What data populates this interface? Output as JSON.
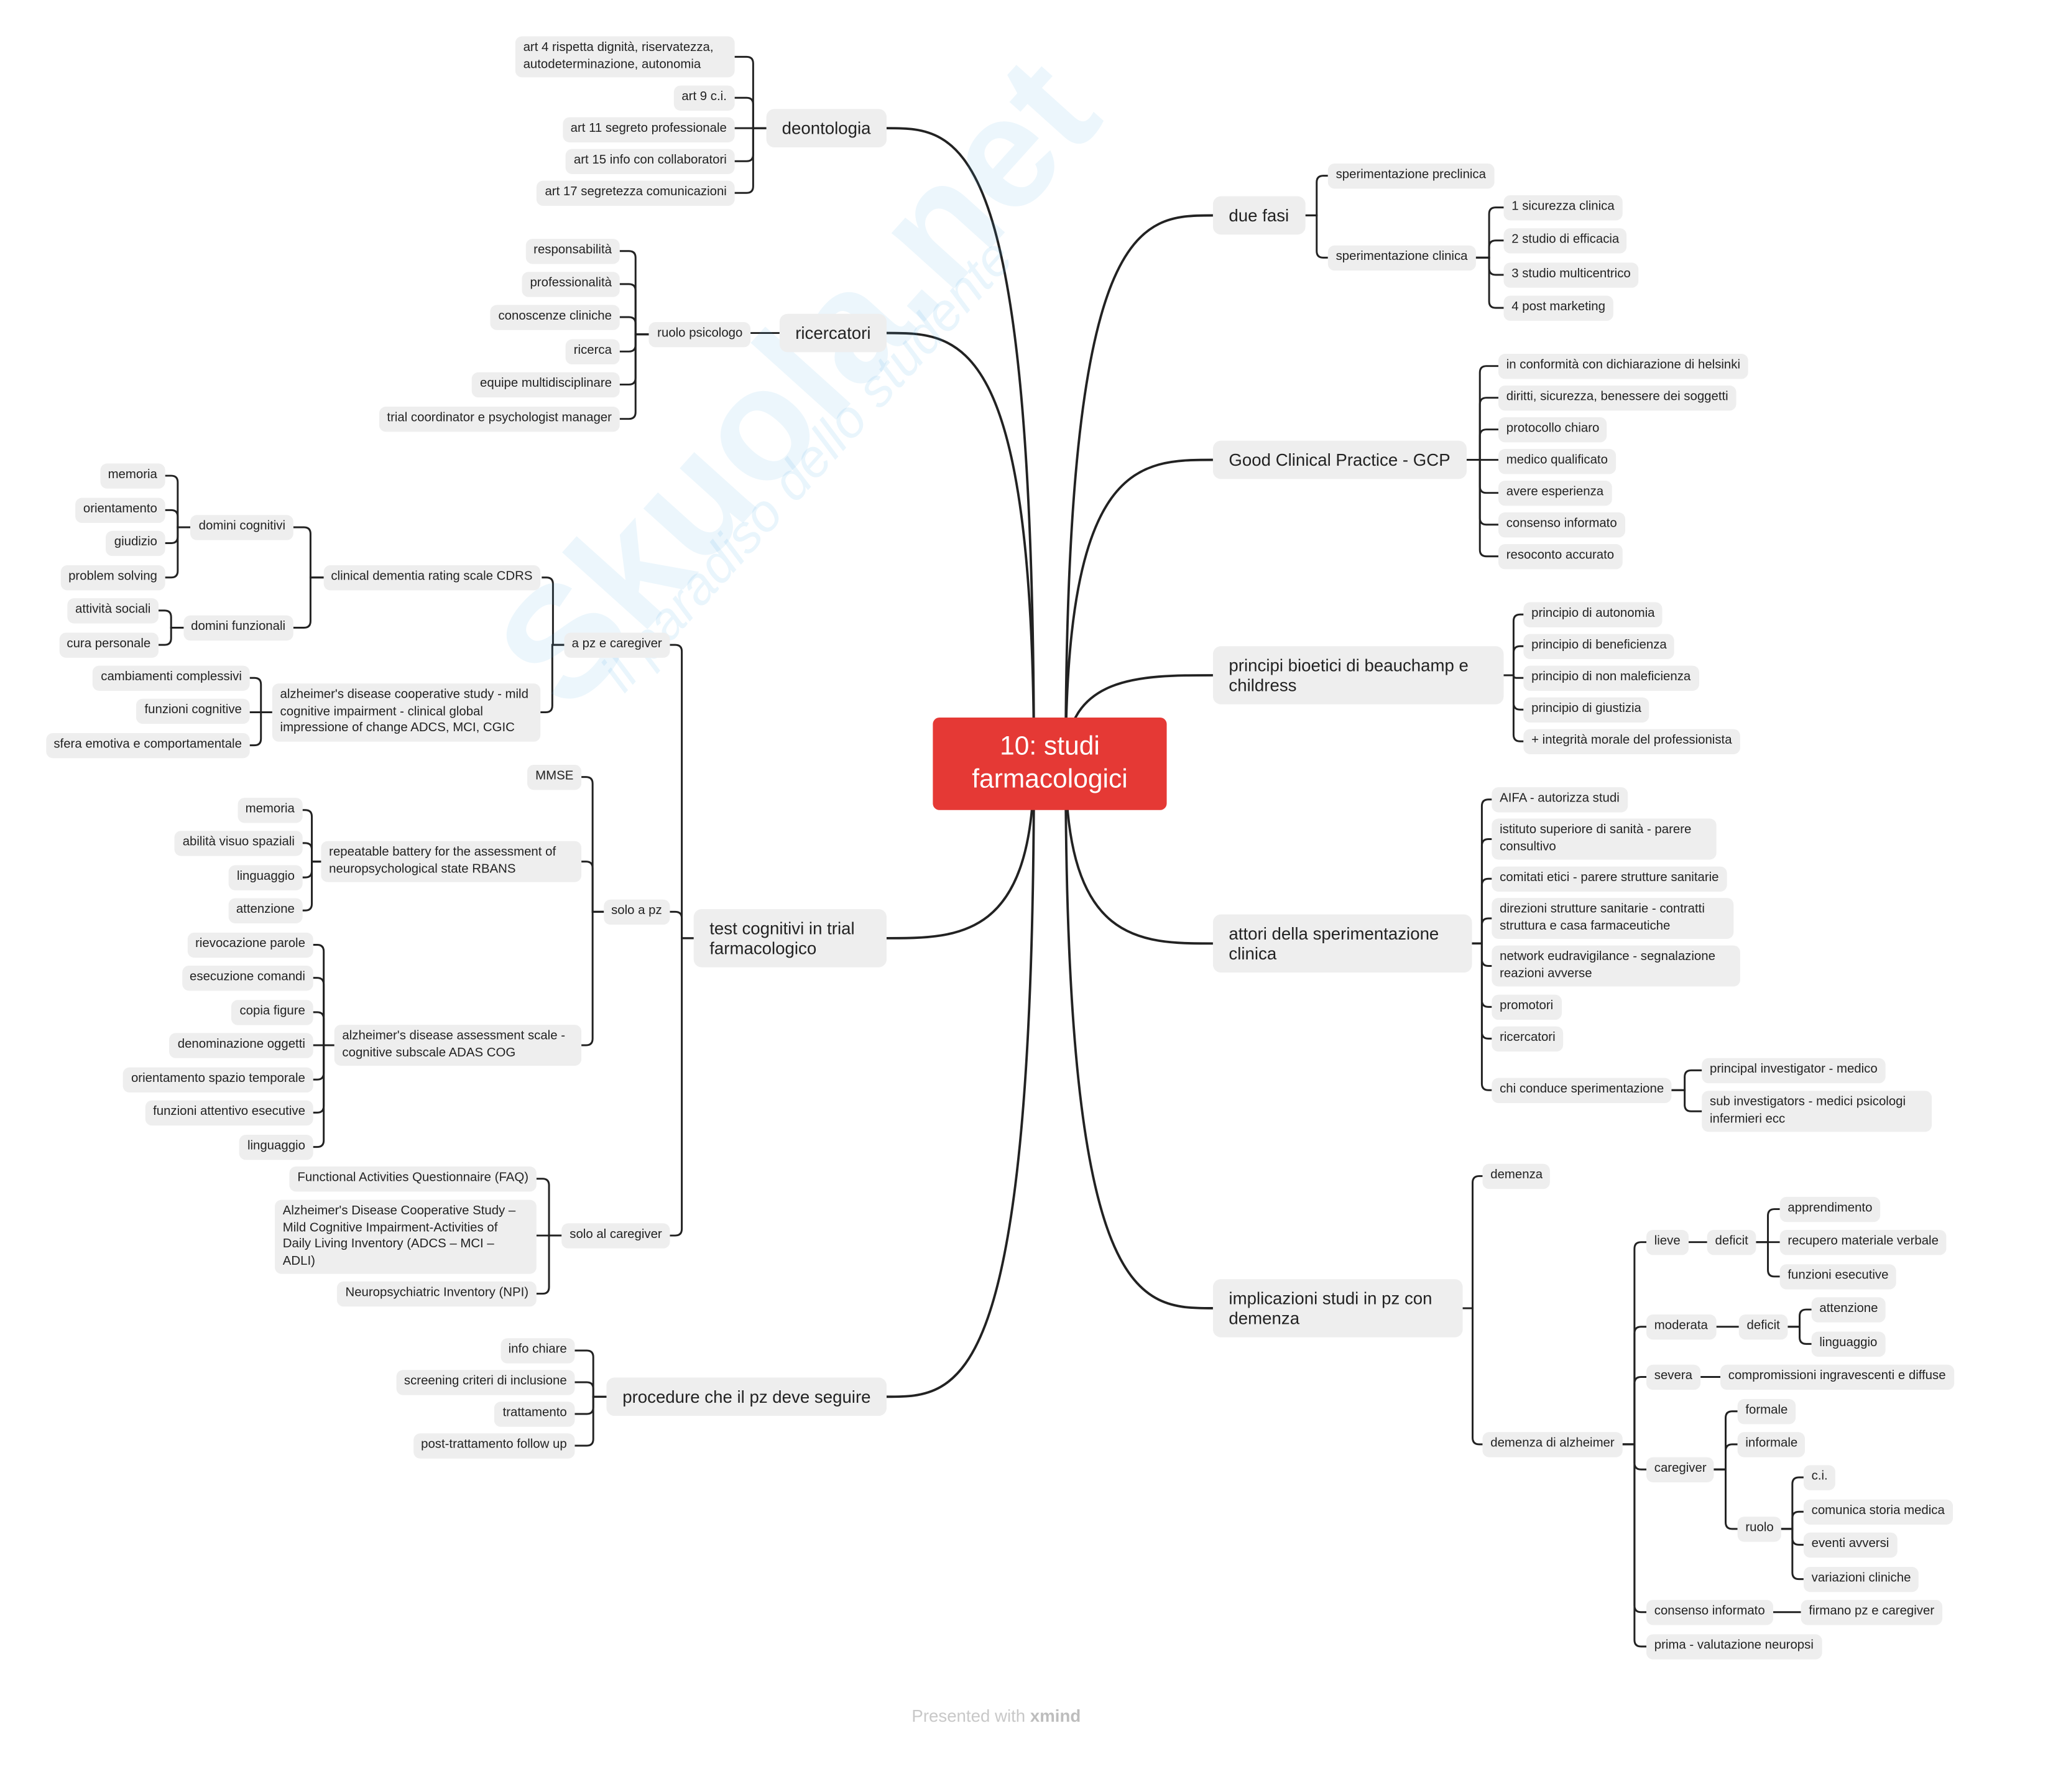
{
  "title": "10: studi farmacologici",
  "right": [
    {
      "label": "due fasi",
      "children": [
        {
          "label": "sperimentazione preclinica"
        },
        {
          "label": "sperimentazione clinica",
          "children": [
            {
              "label": "1 sicurezza clinica"
            },
            {
              "label": "2 studio di efficacia"
            },
            {
              "label": "3 studio multicentrico"
            },
            {
              "label": "4 post marketing"
            }
          ]
        }
      ]
    },
    {
      "label": "Good Clinical Practice - GCP",
      "children": [
        {
          "label": "in conformità con dichiarazione di helsinki"
        },
        {
          "label": "diritti, sicurezza, benessere dei soggetti"
        },
        {
          "label": "protocollo chiaro"
        },
        {
          "label": "medico qualificato"
        },
        {
          "label": "avere esperienza"
        },
        {
          "label": "consenso informato"
        },
        {
          "label": "resoconto accurato"
        }
      ]
    },
    {
      "label": "principi bioetici di beauchamp e childress",
      "children": [
        {
          "label": "principio di autonomia"
        },
        {
          "label": "principio di beneficienza"
        },
        {
          "label": "principio di non maleficienza"
        },
        {
          "label": "principio di giustizia"
        },
        {
          "label": "+ integrità morale del professionista"
        }
      ]
    },
    {
      "label": "attori della sperimentazione clinica",
      "children": [
        {
          "label": "AIFA - autorizza studi"
        },
        {
          "label": "istituto superiore di sanità - parere consultivo"
        },
        {
          "label": "comitati etici - parere strutture sanitarie"
        },
        {
          "label": "direzioni strutture sanitarie - contratti struttura e casa farmaceutiche"
        },
        {
          "label": "network eudravigilance - segnalazione reazioni avverse"
        },
        {
          "label": "promotori"
        },
        {
          "label": "ricercatori"
        },
        {
          "label": "chi conduce sperimentazione",
          "children": [
            {
              "label": "principal investigator - medico"
            },
            {
              "label": "sub investigators - medici psicologi infermieri ecc"
            }
          ]
        }
      ]
    },
    {
      "label": "implicazioni studi in pz con demenza",
      "children": [
        {
          "label": "demenza"
        },
        {
          "label": "demenza di alzheimer",
          "children": [
            {
              "label": "lieve",
              "children": [
                {
                  "label": "deficit",
                  "children": [
                    {
                      "label": "apprendimento"
                    },
                    {
                      "label": "recupero materiale verbale"
                    },
                    {
                      "label": "funzioni esecutive"
                    }
                  ]
                }
              ]
            },
            {
              "label": "moderata",
              "children": [
                {
                  "label": "deficit",
                  "children": [
                    {
                      "label": "attenzione"
                    },
                    {
                      "label": "linguaggio"
                    }
                  ]
                }
              ]
            },
            {
              "label": "severa",
              "children": [
                {
                  "label": "compromissioni ingravescenti e diffuse"
                }
              ]
            },
            {
              "label": "caregiver",
              "children": [
                {
                  "label": "formale"
                },
                {
                  "label": "informale"
                },
                {
                  "label": "ruolo",
                  "children": [
                    {
                      "label": "c.i."
                    },
                    {
                      "label": "comunica storia medica"
                    },
                    {
                      "label": "eventi avversi"
                    },
                    {
                      "label": "variazioni cliniche"
                    }
                  ]
                }
              ]
            },
            {
              "label": "consenso informato",
              "children": [
                {
                  "label": "firmano pz e caregiver"
                }
              ]
            },
            {
              "label": "prima - valutazione neuropsi"
            }
          ]
        }
      ]
    }
  ],
  "left": [
    {
      "label": "deontologia",
      "children": [
        {
          "label": "art 4 rispetta dignità, riservatezza, autodeterminazione, autonomia"
        },
        {
          "label": "art 9 c.i."
        },
        {
          "label": "art 11 segreto professionale"
        },
        {
          "label": "art 15 info con collaboratori"
        },
        {
          "label": "art 17 segretezza comunicazioni"
        }
      ]
    },
    {
      "label": "ricercatori",
      "children": [
        {
          "label": "ruolo psicologo",
          "children": [
            {
              "label": "responsabilità"
            },
            {
              "label": "professionalità"
            },
            {
              "label": "conoscenze cliniche"
            },
            {
              "label": "ricerca"
            },
            {
              "label": "equipe multidisciplinare"
            },
            {
              "label": "trial coordinator e psychologist manager"
            }
          ]
        }
      ]
    },
    {
      "label": "test cognitivi in trial farmacologico",
      "children": [
        {
          "label": "a pz e caregiver",
          "children": [
            {
              "label": "clinical dementia rating scale CDRS",
              "children": [
                {
                  "label": "domini cognitivi",
                  "children": [
                    {
                      "label": "memoria"
                    },
                    {
                      "label": "orientamento"
                    },
                    {
                      "label": "giudizio"
                    },
                    {
                      "label": "problem solving"
                    }
                  ]
                },
                {
                  "label": "domini funzionali",
                  "children": [
                    {
                      "label": "attività sociali"
                    },
                    {
                      "label": "cura personale"
                    }
                  ]
                }
              ]
            },
            {
              "label": "alzheimer's disease cooperative study - mild cognitive impairment - clinical global impressione of change ADCS, MCI, CGIC",
              "children": [
                {
                  "label": "cambiamenti complessivi"
                },
                {
                  "label": "funzioni cognitive"
                },
                {
                  "label": "sfera emotiva e comportamentale"
                }
              ]
            }
          ]
        },
        {
          "label": "solo a pz",
          "children": [
            {
              "label": "MMSE"
            },
            {
              "label": "repeatable battery for the assessment of neuropsychological state RBANS",
              "children": [
                {
                  "label": "memoria"
                },
                {
                  "label": "abilità visuo spaziali"
                },
                {
                  "label": "linguaggio"
                },
                {
                  "label": "attenzione"
                }
              ]
            },
            {
              "label": "alzheimer's disease assessment scale - cognitive subscale ADAS COG",
              "children": [
                {
                  "label": "rievocazione parole"
                },
                {
                  "label": "esecuzione comandi"
                },
                {
                  "label": "copia figure"
                },
                {
                  "label": "denominazione oggetti"
                },
                {
                  "label": "orientamento spazio temporale"
                },
                {
                  "label": "funzioni attentivo esecutive"
                },
                {
                  "label": "linguaggio"
                }
              ]
            }
          ]
        },
        {
          "label": "solo al caregiver",
          "children": [
            {
              "label": "Functional Activities Questionnaire (FAQ)"
            },
            {
              "label": "Alzheimer's Disease Cooperative Study – Mild Cognitive Impairment-Activities of Daily Living Inventory (ADCS – MCI – ADLI)"
            },
            {
              "label": "Neuropsychiatric Inventory (NPI)"
            }
          ]
        }
      ]
    },
    {
      "label": "procedure che il pz deve seguire",
      "children": [
        {
          "label": "info chiare"
        },
        {
          "label": "screening criteri di inclusione"
        },
        {
          "label": "trattamento"
        },
        {
          "label": "post-trattamento follow up"
        }
      ]
    }
  ],
  "watermark": {
    "text": "Skuola.net",
    "tagline": "il paradiso dello studente"
  },
  "footer": {
    "prefix": "Presented with",
    "brand": "xmind"
  },
  "colors": {
    "root": "#e53935",
    "node": "#eeeeee",
    "line": "#222222"
  }
}
